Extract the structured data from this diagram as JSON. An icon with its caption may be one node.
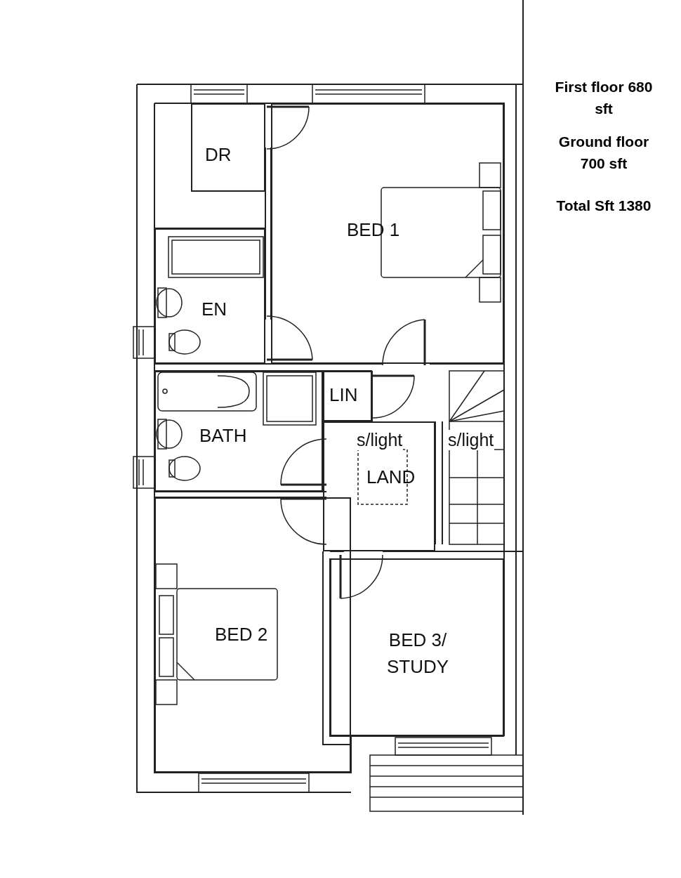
{
  "diagram": {
    "nodes": [
      {
        "text": [
          "DR"
        ]
      },
      {
        "text": [
          "BED 1"
        ]
      },
      {
        "text": [
          "EN"
        ]
      },
      {
        "text": [
          "LIN"
        ]
      },
      {
        "text": [
          "BATH"
        ]
      },
      {
        "text": [
          "LAND"
        ]
      },
      {
        "text": [
          "BED 2"
        ]
      },
      {
        "text": [
          "BED 3/ STUDY"
        ]
      }
    ],
    "labels": [
      "s/light",
      "s/light",
      "First floor 680 sft",
      "Ground floor 700 sft",
      "Total Sft 1380"
    ]
  }
}
